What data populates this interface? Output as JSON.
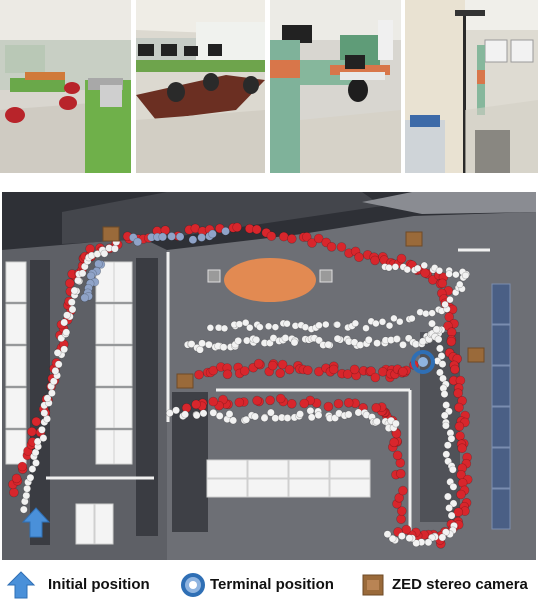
{
  "photos": [
    {
      "id": "office-photo-1"
    },
    {
      "id": "office-photo-2"
    },
    {
      "id": "office-photo-3"
    },
    {
      "id": "office-photo-4"
    }
  ],
  "legend": {
    "initial_label": "Initial position",
    "terminal_label": "Terminal position",
    "camera_label": "ZED stereo camera"
  },
  "colors": {
    "map_floor": "#2e3036",
    "map_area": "#6e7076",
    "red_trajectory": "#d8262c",
    "white_trajectory": "#f2f2f2",
    "blue_trajectory": "#8fa3c8",
    "initial_arrow": "#4a90d9",
    "terminal_ring": "#2f6fb5",
    "camera_marker": "#9a6a3a",
    "table": "#e28a52",
    "shelf_blue": "#4a5f85"
  }
}
